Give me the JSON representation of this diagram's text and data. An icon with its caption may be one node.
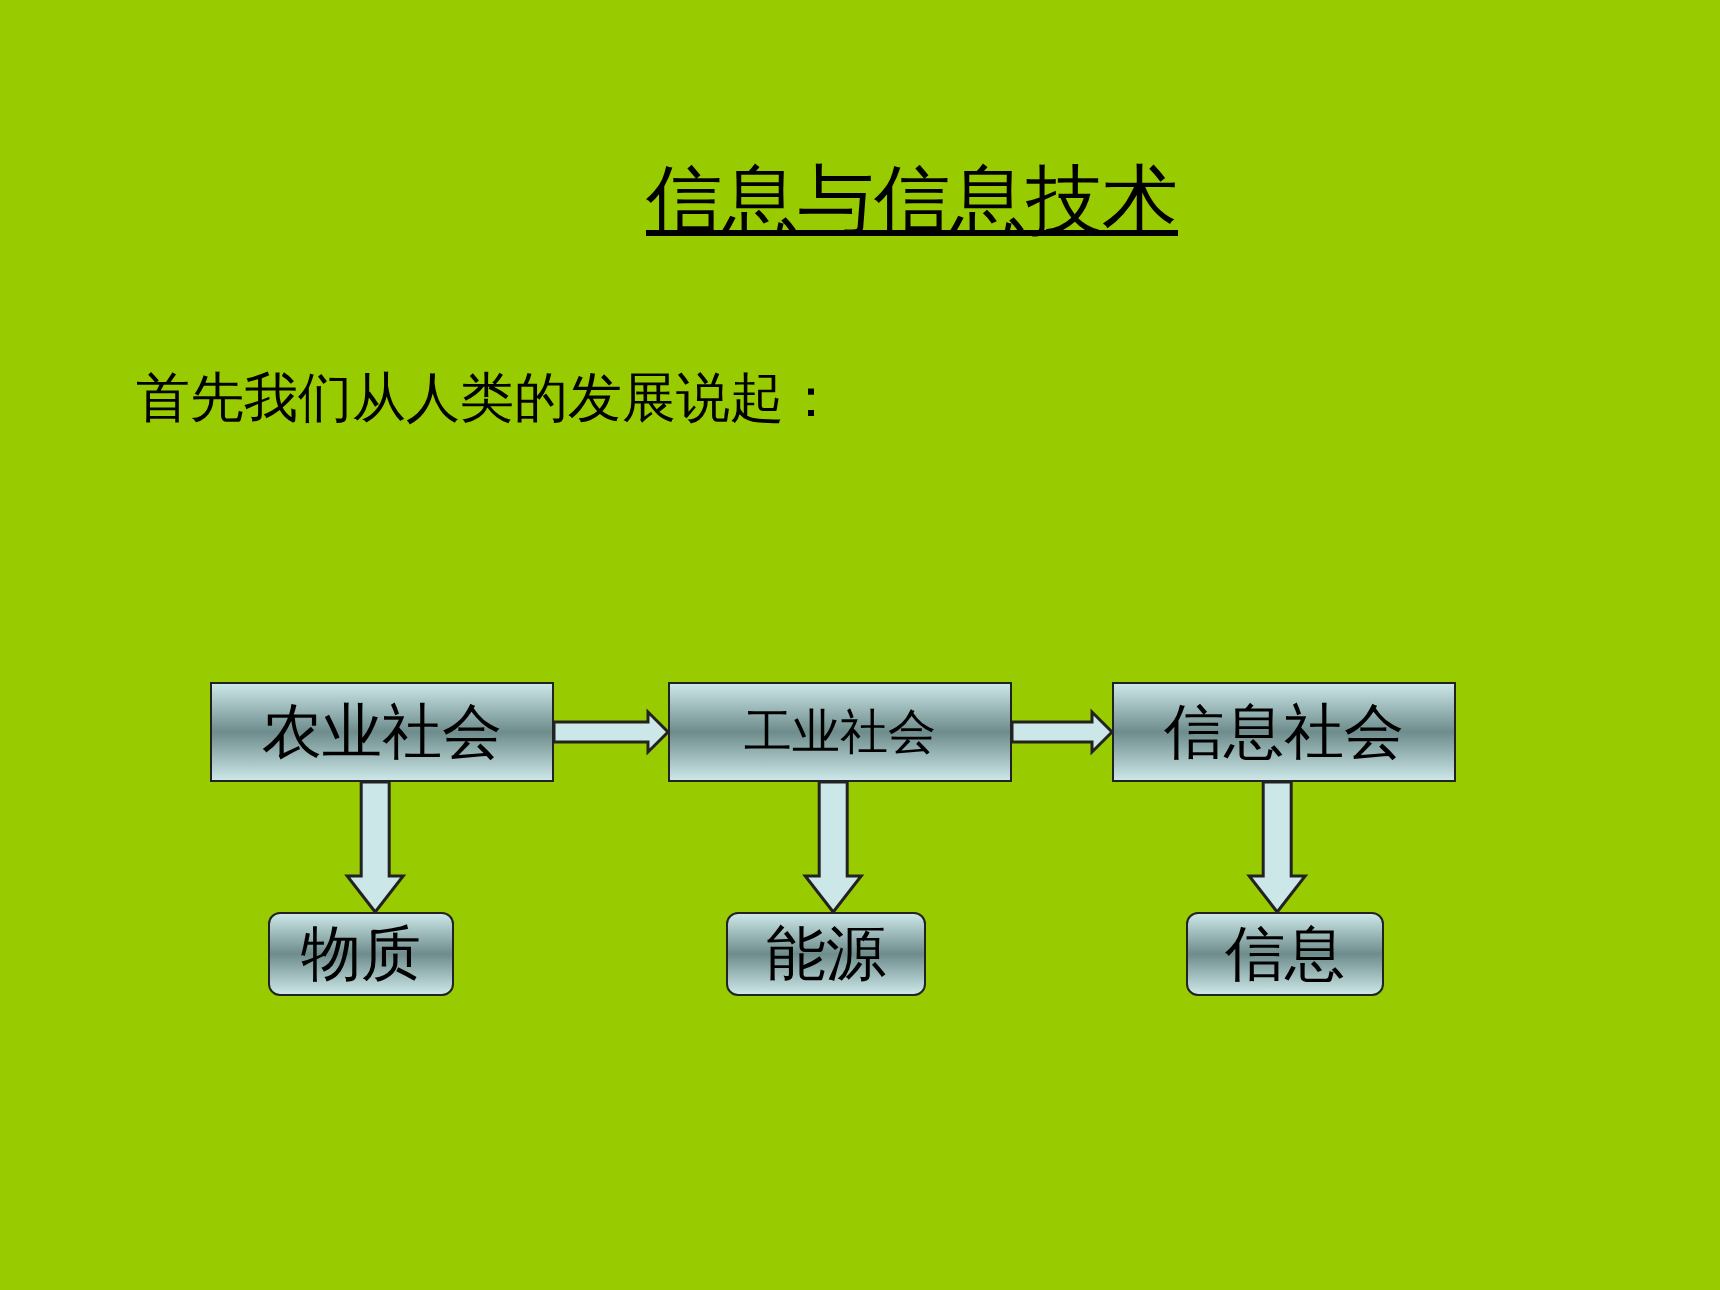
{
  "diagram": {
    "title": "信息与信息技术",
    "nodes": [
      {
        "text": [
          "农业社会"
        ]
      },
      {
        "text": [
          "工业社会"
        ]
      },
      {
        "text": [
          "信息社会"
        ]
      },
      {
        "text": [
          "物质"
        ]
      },
      {
        "text": [
          "能源"
        ]
      },
      {
        "text": [
          "信息"
        ]
      }
    ],
    "edges": [
      {
        "from": 0,
        "to": 1,
        "arrow": "to"
      },
      {
        "from": 1,
        "to": 2,
        "arrow": "to"
      },
      {
        "from": 0,
        "to": 3,
        "arrow": "to"
      },
      {
        "from": 1,
        "to": 4,
        "arrow": "to"
      },
      {
        "from": 2,
        "to": 5,
        "arrow": "to"
      }
    ],
    "labels": [
      "首先我们从人类的发展说起："
    ]
  }
}
